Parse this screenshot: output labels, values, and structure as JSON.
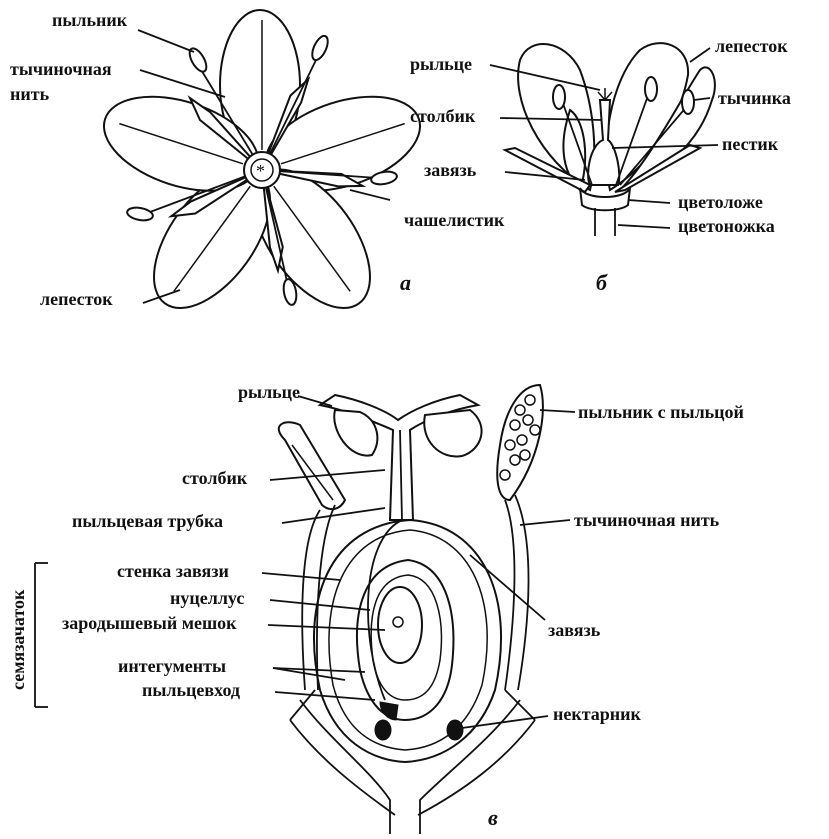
{
  "labels": {
    "a_anther": "пыльник",
    "a_filament_1": "тычиночная",
    "a_filament_2": "нить",
    "a_sepal": "чашелистик",
    "a_petal": "лепесток",
    "a_tag": "а",
    "b_stigma": "рыльце",
    "b_style": "столбик",
    "b_ovary": "завязь",
    "b_petal": "лепесток",
    "b_stamen": "тычинка",
    "b_pistil": "пестик",
    "b_receptacle": "цветоложе",
    "b_pedicel": "цветоножка",
    "b_tag": "б",
    "c_stigma": "рыльце",
    "c_style": "столбик",
    "c_pollen_tube": "пыльцевая трубка",
    "c_ovary_wall": "стенка завязи",
    "c_nucellus": "нуцеллус",
    "c_embryo_sac": "зародышевый мешок",
    "c_integuments": "интегументы",
    "c_micropyle": "пыльцевход",
    "c_ovule": "семязачаток",
    "c_anther_pollen": "пыльник с пыльцой",
    "c_filament": "тычиночная нить",
    "c_ovary": "завязь",
    "c_nectary": "нектарник",
    "c_tag": "в"
  }
}
